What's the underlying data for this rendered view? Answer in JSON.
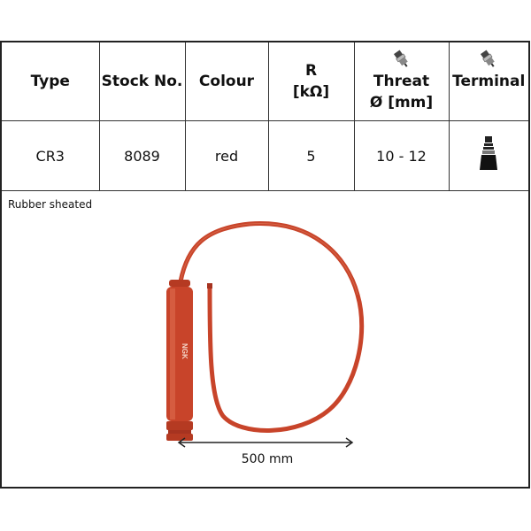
{
  "table": {
    "headers": {
      "type": "Type",
      "stock": "Stock No.",
      "colour": "Colour",
      "r_line1": "R",
      "r_line2": "[kΩ]",
      "threat_line1": "Threat",
      "threat_line2": "Ø [mm]",
      "terminal": "Terminal"
    },
    "row": {
      "type": "CR3",
      "stock": "8089",
      "colour": "red",
      "r": "5",
      "threat": "10 - 12"
    },
    "header_icons": [
      "spark-plug-icon",
      "spark-plug-icon"
    ],
    "terminal_icon": "terminal-connector-icon"
  },
  "caption": "Rubber sheated",
  "product_image": {
    "brand_marking": "NGK",
    "cable_color": "#c8442a",
    "length_label": "500 mm"
  }
}
